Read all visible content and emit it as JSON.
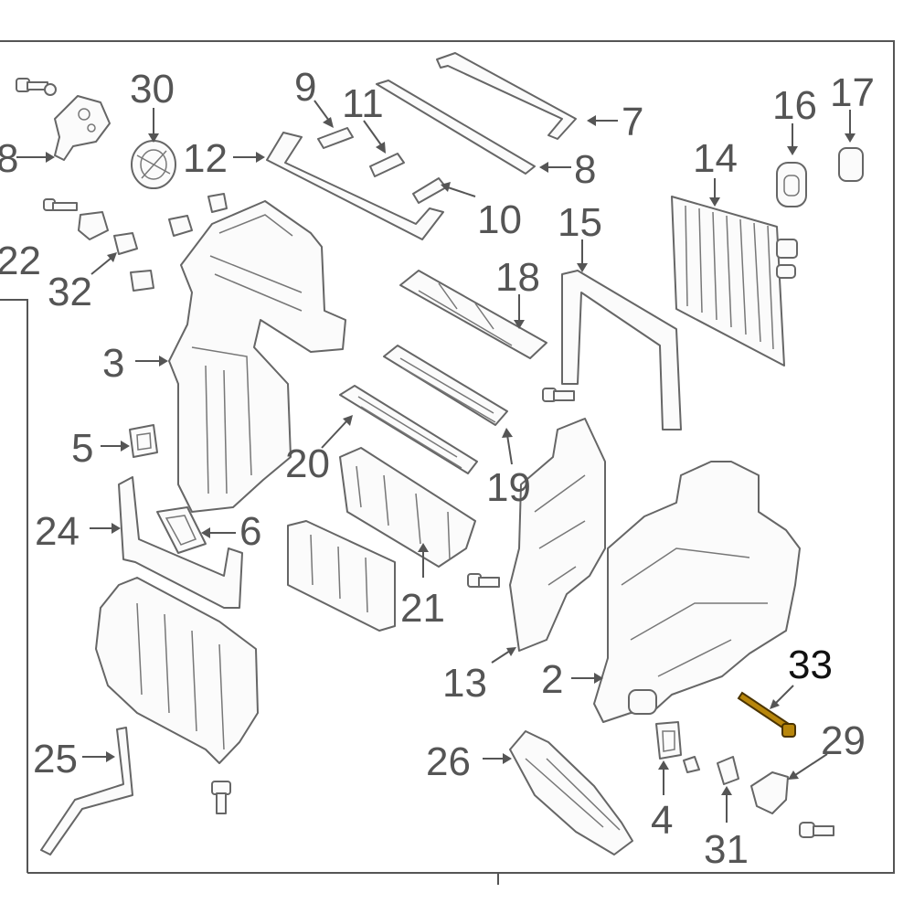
{
  "colors": {
    "line": "#555555",
    "highlight_part": "#b8860b",
    "highlight_label": "#111111",
    "background": "#ffffff"
  },
  "callouts": {
    "n28": "8",
    "n30": "30",
    "n9": "9",
    "n11": "11",
    "n7": "7",
    "n12": "12",
    "n8": "8",
    "n10": "10",
    "n16": "16",
    "n17": "17",
    "n14": "14",
    "n15": "15",
    "n22": "22",
    "n32": "32",
    "n18": "18",
    "n3": "3",
    "n5": "5",
    "n20": "20",
    "n19": "19",
    "n24": "24",
    "n6": "6",
    "n21": "21",
    "n13": "13",
    "n2": "2",
    "n33": "33",
    "n29": "29",
    "n25": "25",
    "n26": "26",
    "n4": "4",
    "n31": "31"
  }
}
